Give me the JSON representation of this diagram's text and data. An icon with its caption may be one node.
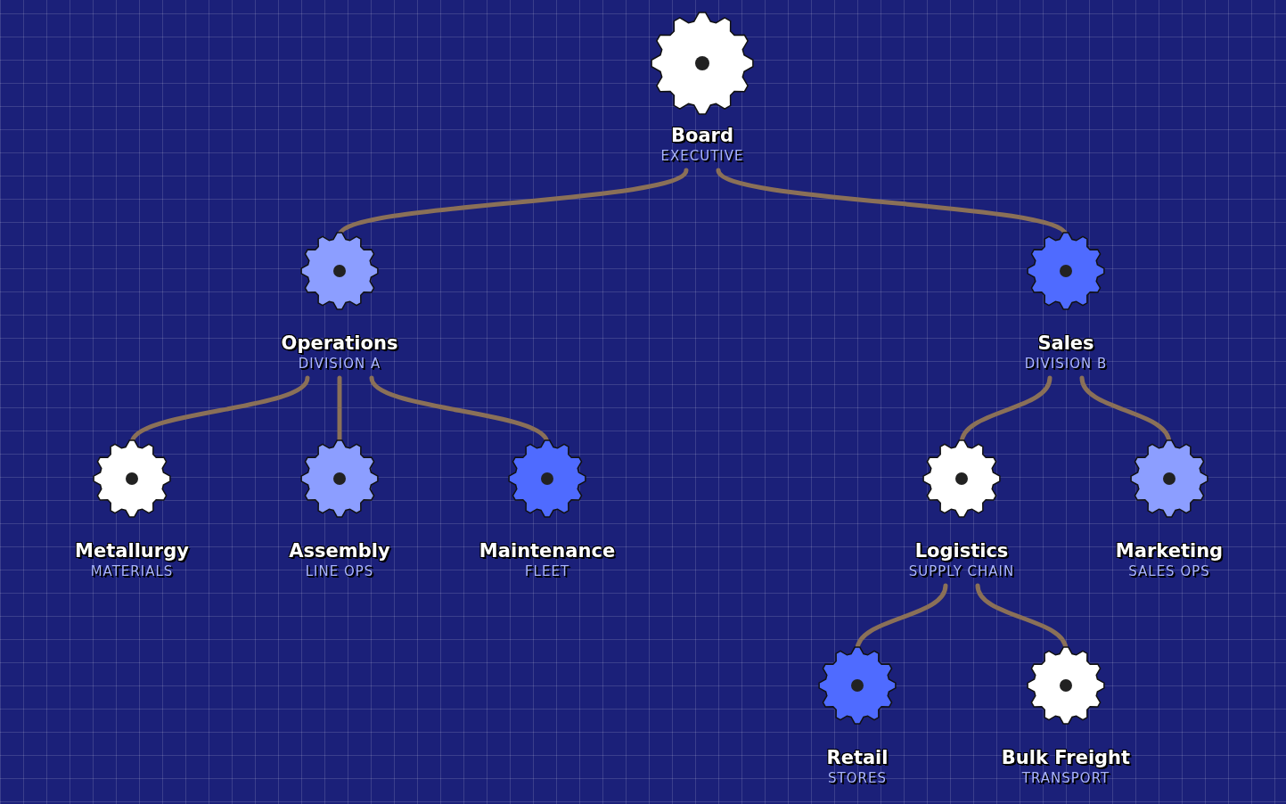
{
  "diagram": {
    "nodes": [
      {
        "text": [
          "Board",
          "EXECUTIVE"
        ]
      },
      {
        "text": [
          "Operations",
          "DIVISION A"
        ]
      },
      {
        "text": [
          "Sales",
          "DIVISION B"
        ]
      },
      {
        "text": [
          "Metallurgy",
          "MATERIALS"
        ]
      },
      {
        "text": [
          "Assembly",
          "LINE OPS"
        ]
      },
      {
        "text": [
          "Maintenance",
          "FLEET"
        ]
      },
      {
        "text": [
          "Logistics",
          "SUPPLY CHAIN"
        ]
      },
      {
        "text": [
          "Marketing",
          "SALES OPS"
        ]
      },
      {
        "text": [
          "Retail",
          "STORES"
        ]
      },
      {
        "text": [
          "Bulk Freight",
          "TRANSPORT"
        ]
      }
    ],
    "edges": [
      {
        "from": 0,
        "to": 1,
        "arrow": "none"
      },
      {
        "from": 0,
        "to": 2,
        "arrow": "none"
      },
      {
        "from": 1,
        "to": 3,
        "arrow": "none"
      },
      {
        "from": 1,
        "to": 4,
        "arrow": "none"
      },
      {
        "from": 1,
        "to": 5,
        "arrow": "none"
      },
      {
        "from": 2,
        "to": 6,
        "arrow": "none"
      },
      {
        "from": 2,
        "to": 7,
        "arrow": "none"
      },
      {
        "from": 6,
        "to": 8,
        "arrow": "none"
      },
      {
        "from": 6,
        "to": 9,
        "arrow": "none"
      }
    ]
  }
}
